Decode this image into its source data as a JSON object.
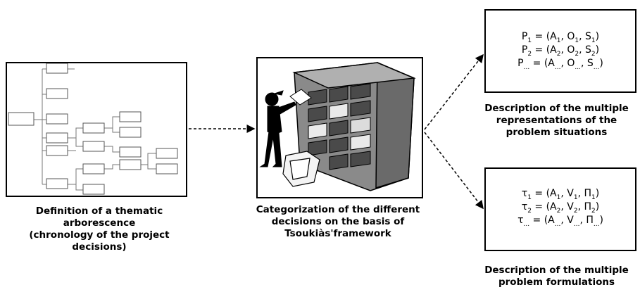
{
  "captions": {
    "tree": "Definition of a thematic arborescence (chronology of the project decisions)",
    "tree_lines": [
      "Definition of a thematic",
      "arborescence",
      "(chronology of the project",
      "decisions)"
    ],
    "categorization_lines": [
      "Categorization of the different",
      "decisions on the basis of",
      "Tsoukiàs'framework"
    ],
    "situations_lines": [
      "Description of the multiple",
      "representations of the",
      "problem situations"
    ],
    "formulations_lines": [
      "Description of the multiple",
      "problem formulations"
    ]
  },
  "situations": [
    {
      "sym": "P",
      "sub": "1",
      "a": "A",
      "as": "1",
      "b": "O",
      "bs": "1",
      "c": "S",
      "cs": "1"
    },
    {
      "sym": "P",
      "sub": "2",
      "a": "A",
      "as": "2",
      "b": "O",
      "bs": "2",
      "c": "S",
      "cs": "2"
    },
    {
      "sym": "P",
      "sub": "...",
      "a": "A",
      "as": "...",
      "b": "O",
      "bs": "...",
      "c": "S",
      "cs": "..."
    }
  ],
  "formulations": [
    {
      "sym": "τ",
      "sub": "1",
      "a": "A",
      "as": "1",
      "b": "V",
      "bs": "1",
      "c": "Π",
      "cs": "1"
    },
    {
      "sym": "τ",
      "sub": "2",
      "a": "A",
      "as": "2",
      "b": "V",
      "bs": "2",
      "c": "Π",
      "cs": "2"
    },
    {
      "sym": "τ",
      "sub": "...",
      "a": "A",
      "as": "...",
      "b": "V",
      "bs": "...",
      "c": "Π",
      "cs": "..."
    }
  ],
  "icons": {
    "categorization": "filing-cabinet-icon"
  }
}
